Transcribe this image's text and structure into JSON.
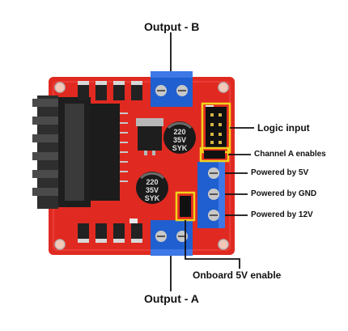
{
  "labels": {
    "output_b": "Output - B",
    "output_a": "Output - A",
    "logic_input": "Logic input",
    "channel_a_enables": "Channel A enables",
    "powered_5v": "Powered by 5V",
    "powered_gnd": "Powered by GND",
    "powered_12v": "Powered by 12V",
    "onboard_5v_enable": "Onboard 5V enable"
  },
  "capacitors": [
    {
      "rating": "220",
      "voltage": "35V",
      "brand": "SYK"
    },
    {
      "rating": "220",
      "voltage": "35V",
      "brand": "SYK"
    }
  ],
  "colors": {
    "pcb": "#e02a21",
    "terminal": "#1f5fd0",
    "heatsink": "#3a3a3a",
    "jumper_highlight": "#f2d21b",
    "leader_line": "#111111"
  }
}
